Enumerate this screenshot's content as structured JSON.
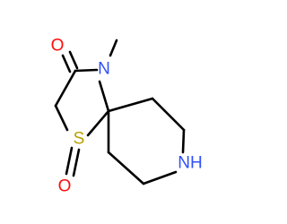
{
  "molecule": {
    "atoms": {
      "oxygen_carbonyl": {
        "symbol": "O",
        "color": "#ff0d0d"
      },
      "nitrogen_amide": {
        "symbol": "N",
        "color": "#3050f8"
      },
      "sulfur": {
        "symbol": "S",
        "color": "#b8a000"
      },
      "oxygen_sulfoxide": {
        "symbol": "O",
        "color": "#ff0d0d"
      },
      "nitrogen_amine": {
        "symbol": "NH",
        "color": "#3050f8"
      }
    },
    "bond_color": "#000000",
    "background": "#ffffff"
  }
}
